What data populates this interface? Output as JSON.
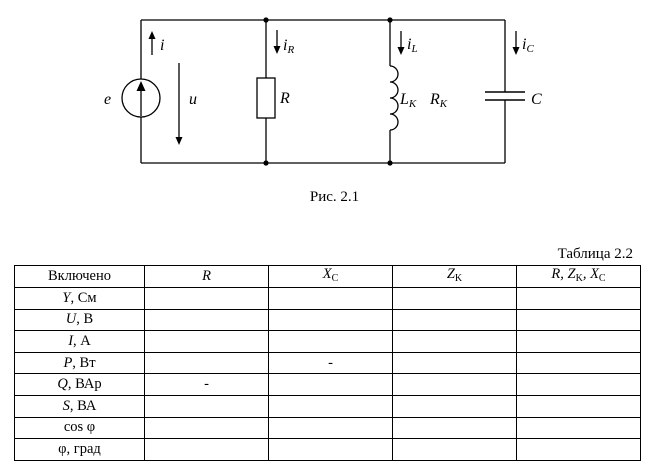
{
  "figure": {
    "caption": "Рис. 2.1",
    "labels": {
      "source": "e",
      "current_total": "i",
      "voltage": "u",
      "resistor": "R",
      "current_r": "i",
      "current_r_sub": "R",
      "current_l": "i",
      "current_l_sub": "L",
      "coil_l": "L",
      "coil_l_sub": "K",
      "coil_r": "R",
      "coil_r_sub": "K",
      "current_c": "i",
      "current_c_sub": "C",
      "capacitor": "C"
    }
  },
  "table": {
    "title": "Таблица 2.2",
    "header": {
      "col0": "Включено",
      "col1": "R",
      "col2_main": "X",
      "col2_sub": "C",
      "col3_main": "Z",
      "col3_sub": "K",
      "col4_a": "R, ",
      "col4_z": "Z",
      "col4_zsub": "K",
      "col4_sep": ", ",
      "col4_x": "X",
      "col4_xsub": "C"
    },
    "rows": [
      {
        "sym": "Y",
        "unit": ", См",
        "cells": [
          "",
          "",
          "",
          ""
        ]
      },
      {
        "sym": "U",
        "unit": ", В",
        "cells": [
          "",
          "",
          "",
          ""
        ]
      },
      {
        "sym": "I",
        "unit": ", А",
        "cells": [
          "",
          "",
          "",
          ""
        ]
      },
      {
        "sym": "P",
        "unit": ", Вт",
        "cells": [
          "",
          "-",
          "",
          ""
        ]
      },
      {
        "sym": "Q",
        "unit": ", ВАр",
        "cells": [
          "-",
          "",
          "",
          ""
        ]
      },
      {
        "sym": "S",
        "unit": ", ВА",
        "cells": [
          "",
          "",
          "",
          ""
        ]
      },
      {
        "sym": "",
        "unit": "cos φ",
        "cells": [
          "",
          "",
          "",
          ""
        ]
      },
      {
        "sym": "",
        "unit": "φ, град",
        "cells": [
          "",
          "",
          "",
          ""
        ]
      }
    ]
  }
}
